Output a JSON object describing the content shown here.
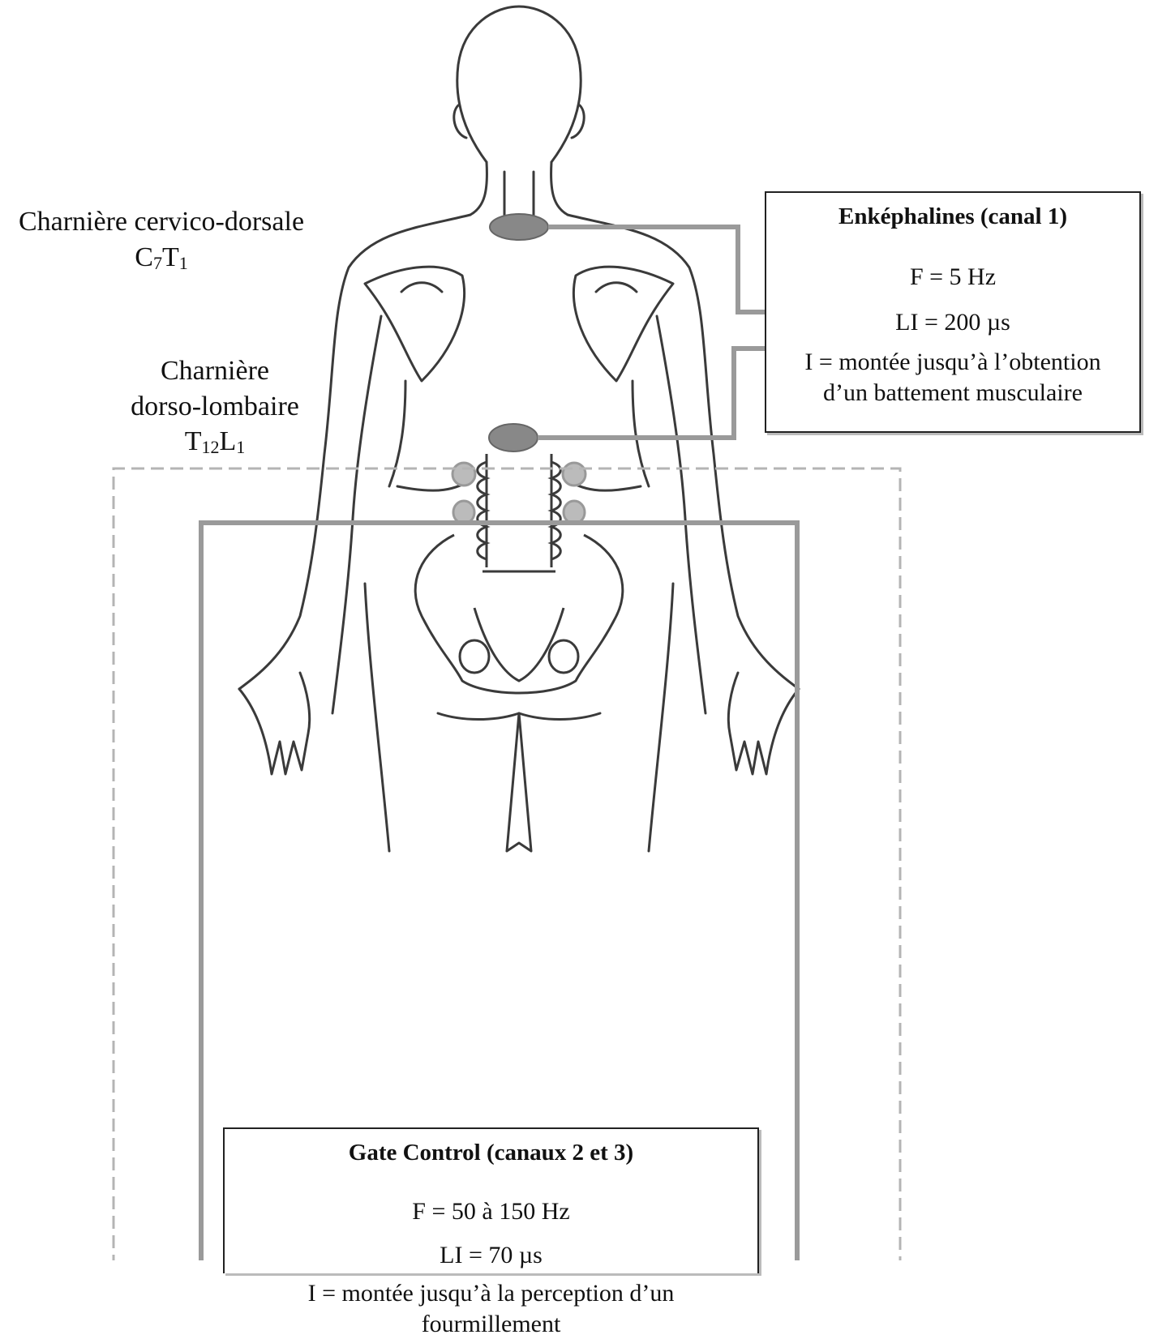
{
  "labels": {
    "cervico": {
      "title": "Charnière cervico-dorsale",
      "code_a": "C",
      "code_a_sub": "7",
      "code_b": "T",
      "code_b_sub": "1"
    },
    "dorso": {
      "title_line1": "Charnière",
      "title_line2": "dorso-lombaire",
      "code_a": "T",
      "code_a_sub": "12",
      "code_b": "L",
      "code_b_sub": "1"
    }
  },
  "boxes": {
    "enkephalines": {
      "title": "Enképhalines (canal 1)",
      "frequency": "F = 5 Hz",
      "pulse_width": "LI = 200 µs",
      "intensity_1": "I = montée jusqu’à l’obtention",
      "intensity_2": "d’un battement musculaire"
    },
    "gate": {
      "title": "Gate Control (canaux 2 et 3)",
      "frequency": "F = 50 à 150 Hz",
      "pulse_width": "LI = 70 µs",
      "intensity_1": "I = montée jusqu’à la perception d’un",
      "intensity_2": "fourmillement"
    }
  },
  "colors": {
    "outline": "#3a3a3a",
    "electrode": "#777777",
    "wire": "#9a9a9a",
    "wire_dash": "#b4b4b4"
  },
  "icons": [
    "body-outline-icon",
    "spine-icon",
    "pelvis-icon",
    "electrode-icon"
  ]
}
